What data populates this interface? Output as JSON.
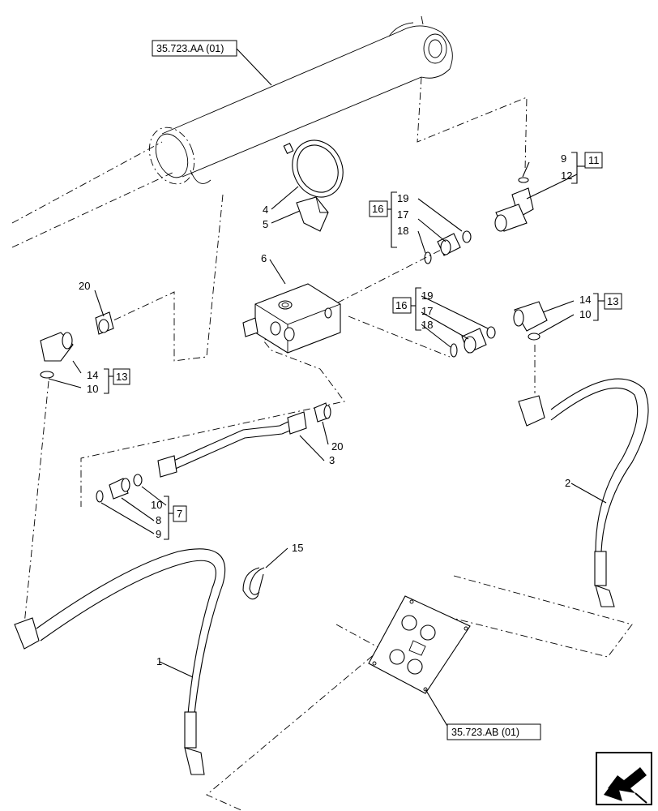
{
  "references": {
    "top": "35.723.AA (01)",
    "bottom": "35.723.AB (01)"
  },
  "callouts": {
    "p1": "1",
    "p2": "2",
    "p3": "3",
    "p4": "4",
    "p5": "5",
    "p6": "6",
    "p15": "15",
    "p20a": "20",
    "p20b": "20",
    "p9a": "9",
    "p12": "12",
    "p11": "11",
    "p19a": "19",
    "p17a": "17",
    "p18a": "18",
    "p16a": "16",
    "p19b": "19",
    "p17b": "17",
    "p18b": "18",
    "p16b": "16",
    "p14a": "14",
    "p10a": "10",
    "p13a": "13",
    "p14b": "14",
    "p10b": "10",
    "p13b": "13",
    "p10c": "10",
    "p8": "8",
    "p9b": "9",
    "p7": "7"
  },
  "icons": {
    "nav": "arrow-left-down-icon"
  }
}
